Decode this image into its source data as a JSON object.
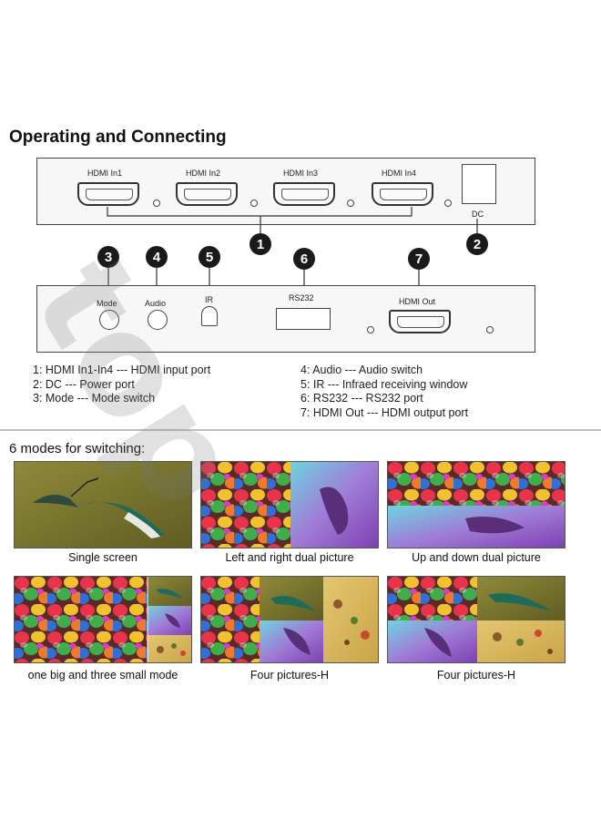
{
  "section_title": "Operating and Connecting",
  "front_panel": {
    "ports": [
      {
        "label": "HDMI In1"
      },
      {
        "label": "HDMI In2"
      },
      {
        "label": "HDMI In3"
      },
      {
        "label": "HDMI In4"
      }
    ],
    "dc_label": "DC"
  },
  "back_panel": {
    "mode_label": "Mode",
    "audio_label": "Audio",
    "ir_label": "IR",
    "rs232_label": "RS232",
    "hdmi_out_label": "HDMI Out"
  },
  "callouts": [
    "1",
    "2",
    "3",
    "4",
    "5",
    "6",
    "7"
  ],
  "legend_left": [
    "1:  HDMI In1-In4 --- HDMI input port",
    "2:  DC --- Power port",
    "3:  Mode --- Mode switch"
  ],
  "legend_right": [
    "4:  Audio --- Audio switch",
    "5:  IR --- Infraed receiving window",
    "6:  RS232 --- RS232 port",
    "7:  HDMI Out --- HDMI output port"
  ],
  "modes_title": "6 modes for switching:",
  "modes": [
    {
      "caption": "Single screen"
    },
    {
      "caption": "Left and right dual picture"
    },
    {
      "caption": "Up and down dual picture"
    },
    {
      "caption": "one big and three small mode"
    },
    {
      "caption": "Four pictures-H"
    },
    {
      "caption": "Four pictures-H"
    }
  ],
  "watermark": "top",
  "colors": {
    "panel_border": "#444444",
    "badge": "#1a1a1a",
    "olive": "#7d7a2c",
    "purple": "#9a6ac8",
    "cyan": "#3fc9d6",
    "gold": "#d6b75a"
  }
}
